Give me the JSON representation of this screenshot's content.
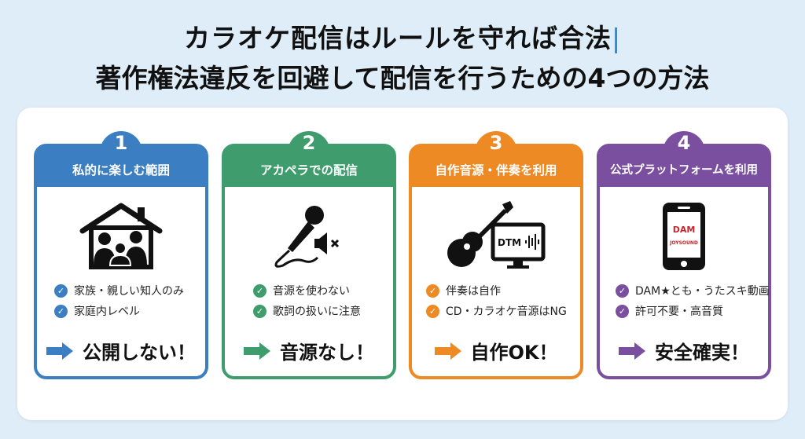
{
  "title": {
    "line1": "カラオケ配信はルールを守れば合法",
    "cursor": "|",
    "line2": "著作権法違反を回避して配信を行うための4つの方法"
  },
  "cards": [
    {
      "number": "1",
      "heading": "私的に楽しむ範囲",
      "color": "#3b7fc2",
      "icon": "house-family-icon",
      "items": [
        "家族・親しい知人のみ",
        "家庭内レベル"
      ],
      "result": "公開しない！"
    },
    {
      "number": "2",
      "heading": "アカペラでの配信",
      "color": "#3f9d6d",
      "icon": "microphone-muted-speaker-icon",
      "items": [
        "音源を使わない",
        "歌詞の扱いに注意"
      ],
      "result": "音源なし！"
    },
    {
      "number": "3",
      "heading": "自作音源・伴奏を利用",
      "color": "#ee8a23",
      "icon": "guitar-dtm-monitor-icon",
      "items": [
        "伴奏は自作",
        "CD・カラオケ音源はNG"
      ],
      "result": "自作OK！",
      "monitor_text": "DTM"
    },
    {
      "number": "4",
      "heading": "公式プラットフォームを利用",
      "color": "#7b4f9f",
      "icon": "smartphone-icon",
      "items": [
        "DAM★とも・うたスキ動画",
        "許可不要・高音質"
      ],
      "result": "安全確実！",
      "phone_logos": [
        "DAM",
        "JOYSOUND"
      ]
    }
  ]
}
